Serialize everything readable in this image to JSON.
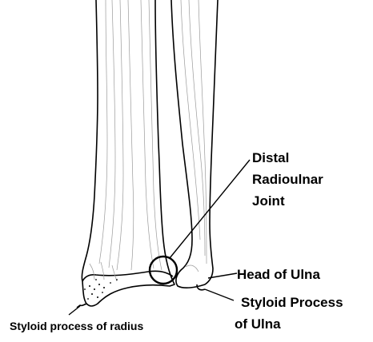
{
  "labels": {
    "distal_line1": "Distal",
    "distal_line2": "Radioulnar",
    "distal_line3": "Joint",
    "head_of_ulna": "Head of Ulna",
    "styloid_ulna_line1": "Styloid Process",
    "styloid_ulna_line2": "of Ulna",
    "styloid_radius": "Styloid process of radius"
  },
  "colors": {
    "ink": "#000000",
    "shade": "#9a9a9a",
    "paper": "#ffffff"
  }
}
